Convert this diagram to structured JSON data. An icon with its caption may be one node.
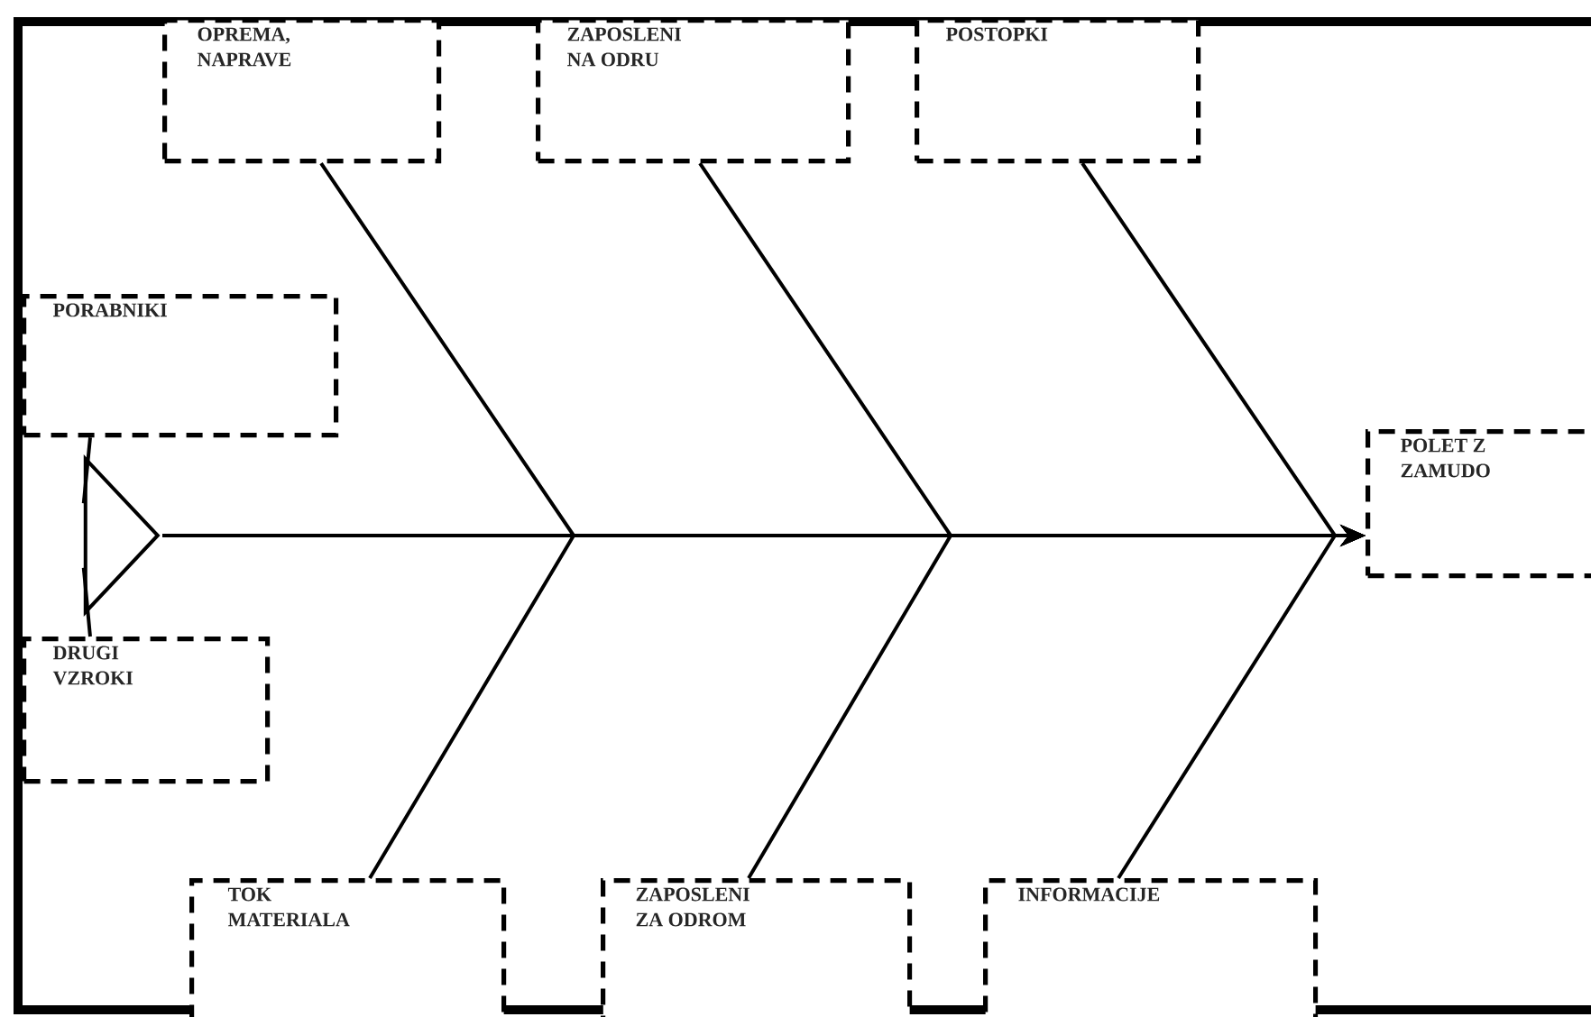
{
  "diagram": {
    "nodes": [
      {
        "text": [
          "OPREMA, NAPRAVE"
        ]
      },
      {
        "text": [
          "ZAPOSLENI NA ODRU"
        ]
      },
      {
        "text": [
          "POSTOPKI"
        ]
      },
      {
        "text": [
          "PORABNIKI"
        ]
      },
      {
        "text": [
          "POLET Z ZAMUDO"
        ]
      },
      {
        "text": [
          "DRUGI VZROKI"
        ]
      },
      {
        "text": [
          "TOK MATERIALA"
        ]
      },
      {
        "text": [
          "ZAPOSLENI ZA ODROM"
        ]
      },
      {
        "text": [
          "INFORMACIJE"
        ]
      },
      {
        "text": [],
        "shape": "triangle"
      }
    ],
    "edges": [
      {
        "from": 0,
        "to": 4,
        "arrow": "to"
      },
      {
        "from": 1,
        "to": 4,
        "arrow": "to"
      },
      {
        "from": 2,
        "to": 4,
        "arrow": "to"
      },
      {
        "from": 3,
        "to": 9,
        "arrow": "none"
      },
      {
        "from": 5,
        "to": 9,
        "arrow": "none"
      },
      {
        "from": 6,
        "to": 4,
        "arrow": "to"
      },
      {
        "from": 7,
        "to": 4,
        "arrow": "to"
      },
      {
        "from": 8,
        "to": 4,
        "arrow": "to"
      },
      {
        "from": 9,
        "to": 4,
        "arrow": "to"
      }
    ]
  }
}
